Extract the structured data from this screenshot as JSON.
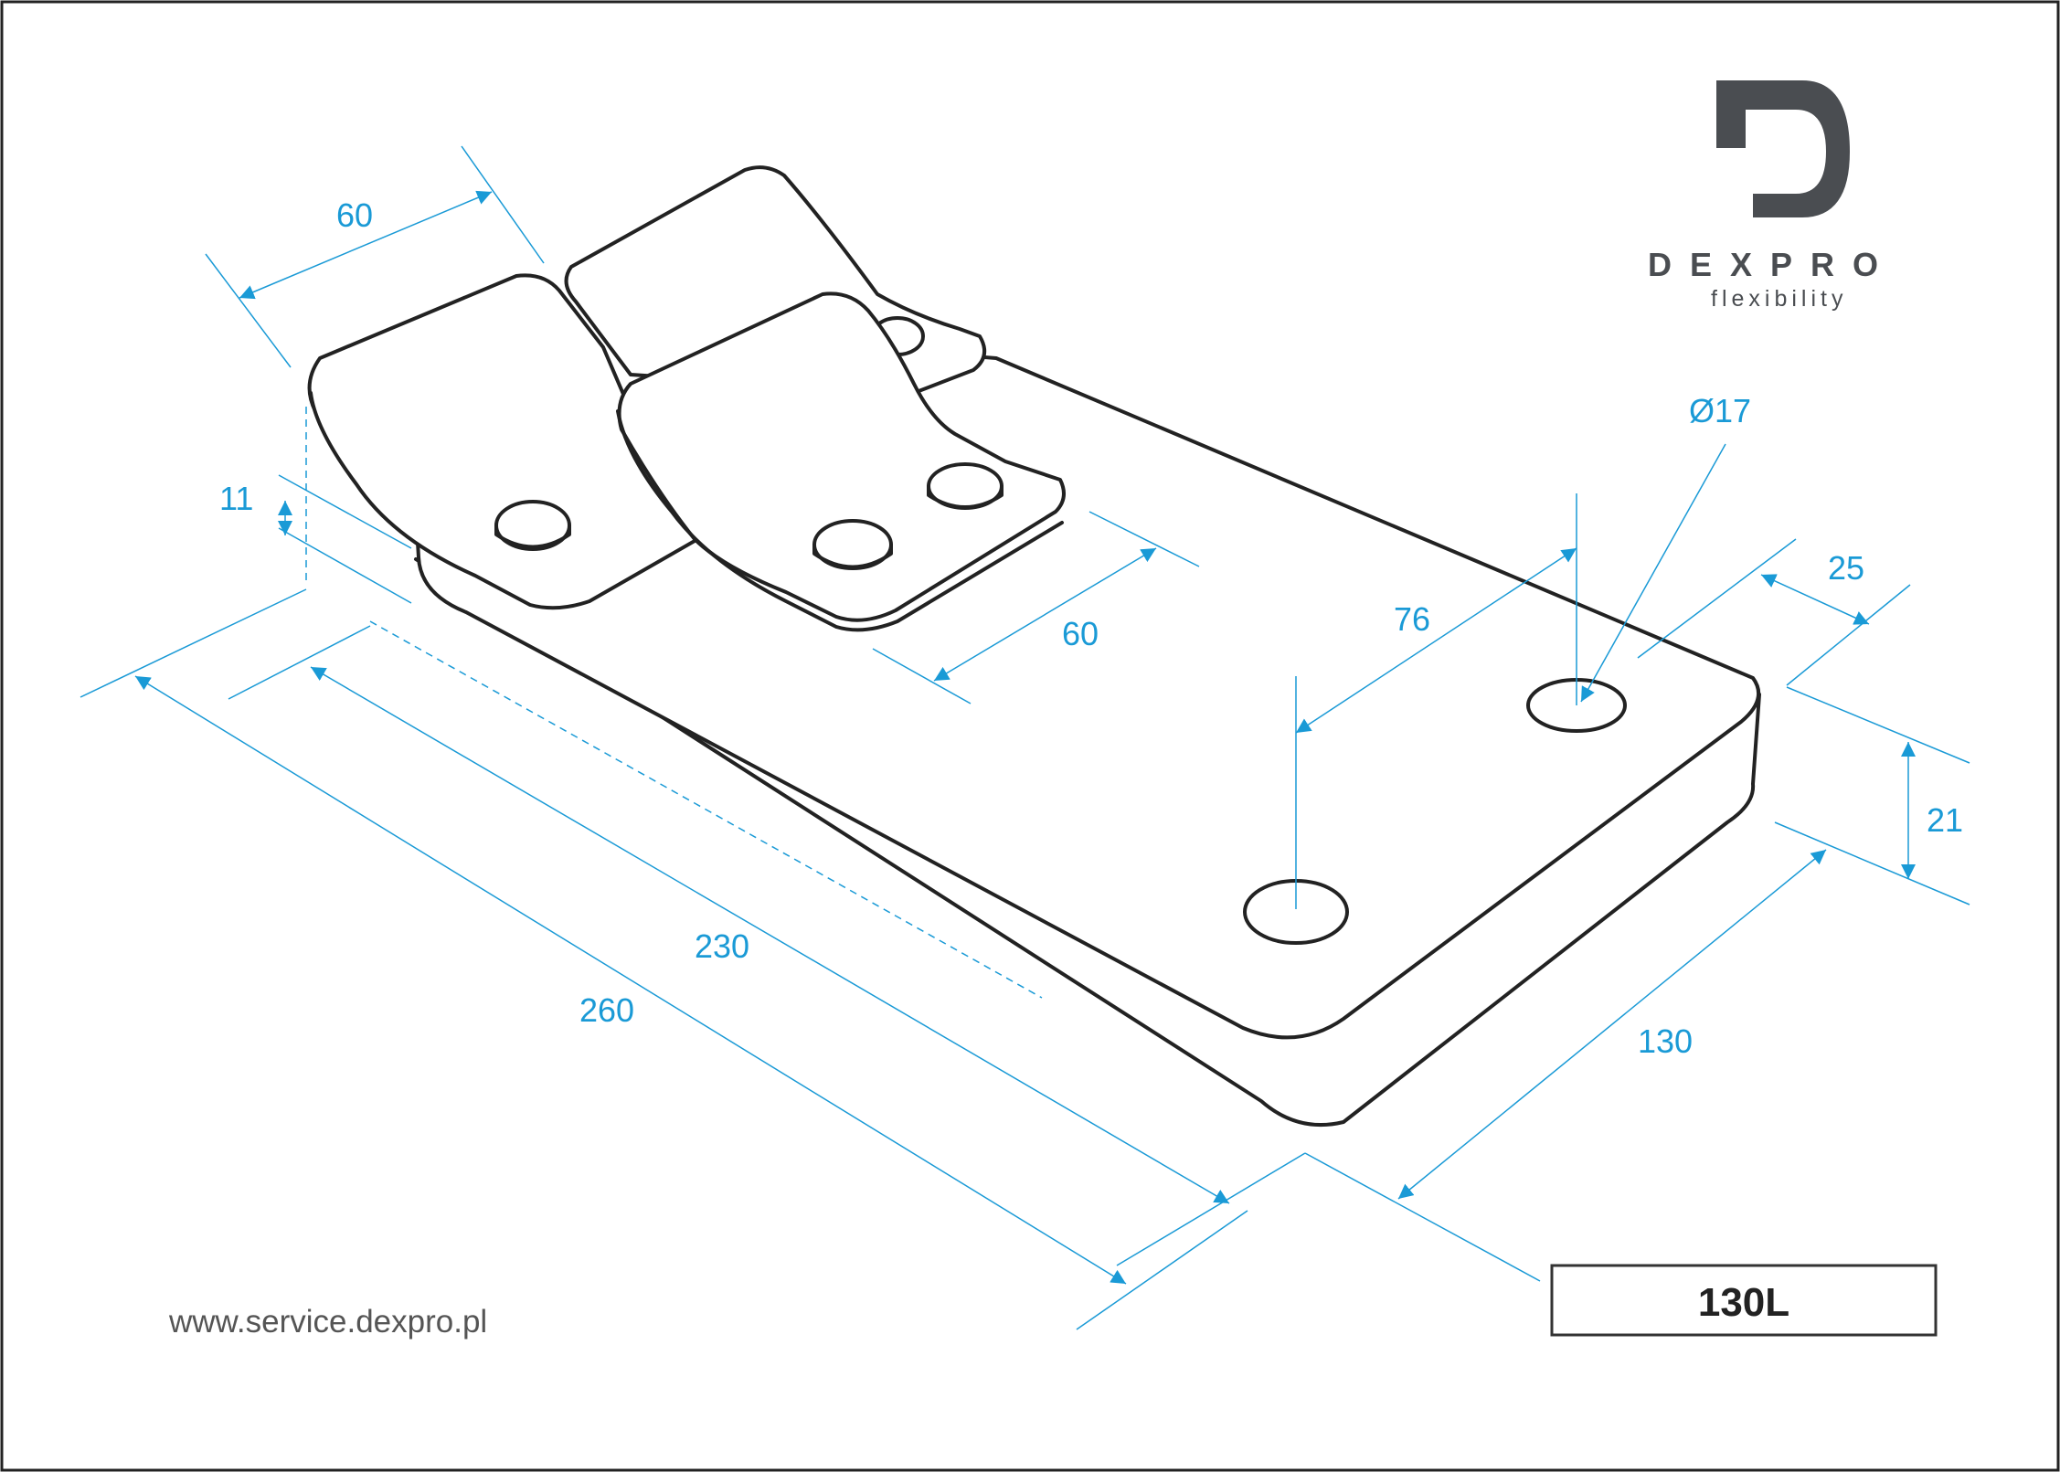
{
  "brand": {
    "logo_letter": "D",
    "name": "DEXPRO",
    "tagline": "flexibility",
    "color": "#4a4d51"
  },
  "website": "www.service.dexpro.pl",
  "model": "130L",
  "colors": {
    "dimension": "#1a9ad6",
    "outline": "#222222",
    "border": "#222222"
  },
  "dimensions": {
    "flap_width_top": "60",
    "flap_width_front": "60",
    "flap_thickness": "11",
    "hole_diameter": "Ø17",
    "hole_spacing": "76",
    "hole_edge_offset": "25",
    "base_height": "21",
    "base_width": "130",
    "inner_length": "230",
    "overall_length": "260"
  }
}
